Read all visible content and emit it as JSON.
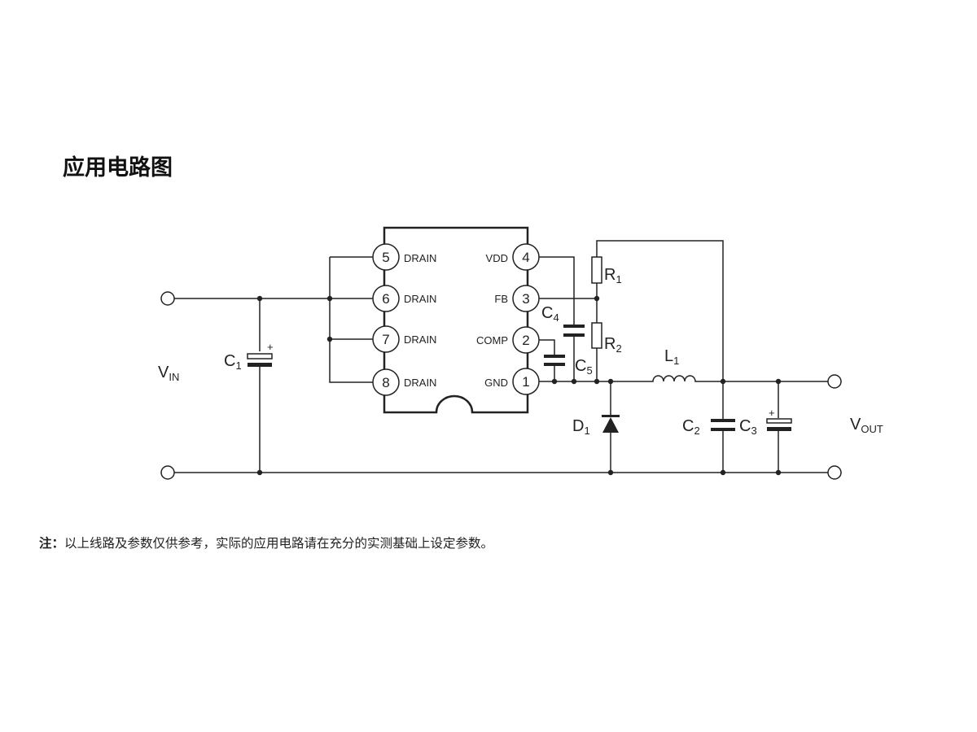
{
  "title": "应用电路图",
  "ic": {
    "left_pins": [
      {
        "num": "5",
        "label": "DRAIN"
      },
      {
        "num": "6",
        "label": "DRAIN"
      },
      {
        "num": "7",
        "label": "DRAIN"
      },
      {
        "num": "8",
        "label": "DRAIN"
      }
    ],
    "right_pins": [
      {
        "num": "4",
        "label": "VDD"
      },
      {
        "num": "3",
        "label": "FB"
      },
      {
        "num": "2",
        "label": "COMP"
      },
      {
        "num": "1",
        "label": "GND"
      }
    ]
  },
  "components": {
    "vin": {
      "main": "V",
      "sub": "IN"
    },
    "vout": {
      "main": "V",
      "sub": "OUT"
    },
    "c1": {
      "main": "C",
      "sub": "1"
    },
    "c2": {
      "main": "C",
      "sub": "2"
    },
    "c3": {
      "main": "C",
      "sub": "3"
    },
    "c4": {
      "main": "C",
      "sub": "4"
    },
    "c5": {
      "main": "C",
      "sub": "5"
    },
    "r1": {
      "main": "R",
      "sub": "1"
    },
    "r2": {
      "main": "R",
      "sub": "2"
    },
    "l1": {
      "main": "L",
      "sub": "1"
    },
    "d1": {
      "main": "D",
      "sub": "1"
    },
    "polarity": "+"
  },
  "note": {
    "prefix": "注：",
    "text": "以上线路及参数仅供参考，实际的应用电路请在充分的实测基础上设定参数。"
  }
}
